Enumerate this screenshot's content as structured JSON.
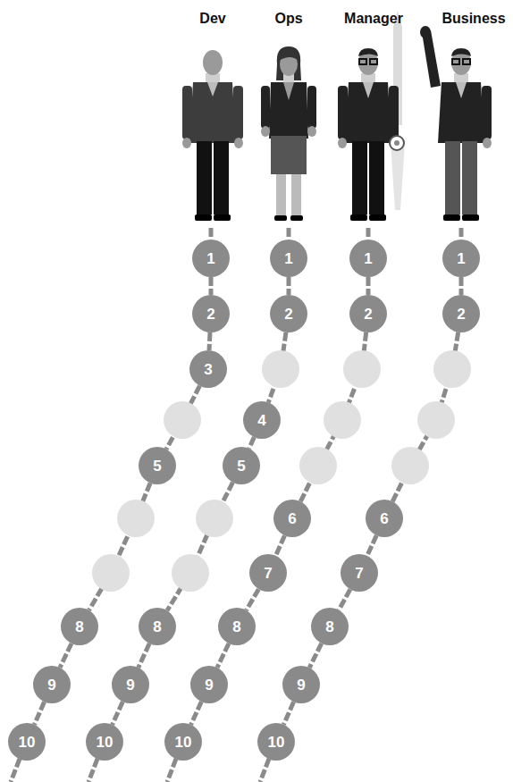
{
  "diagram": {
    "nodes": [
      {
        "text": [
          "1"
        ]
      },
      {
        "text": [
          "2"
        ]
      },
      {
        "text": [
          "3"
        ]
      },
      {
        "text": [
          "5"
        ]
      },
      {
        "text": [
          "8"
        ]
      },
      {
        "text": [
          "9"
        ]
      },
      {
        "text": [
          "10"
        ]
      },
      {
        "text": [
          "1"
        ]
      },
      {
        "text": [
          "2"
        ]
      },
      {
        "text": [
          "4"
        ]
      },
      {
        "text": [
          "5"
        ]
      },
      {
        "text": [
          "8"
        ]
      },
      {
        "text": [
          "9"
        ]
      },
      {
        "text": [
          "10"
        ]
      },
      {
        "text": [
          "1"
        ]
      },
      {
        "text": [
          "2"
        ]
      },
      {
        "text": [
          "6"
        ]
      },
      {
        "text": [
          "7"
        ]
      },
      {
        "text": [
          "8"
        ]
      },
      {
        "text": [
          "9"
        ]
      },
      {
        "text": [
          "10"
        ]
      },
      {
        "text": [
          "1"
        ]
      },
      {
        "text": [
          "2"
        ]
      },
      {
        "text": [
          "6"
        ]
      },
      {
        "text": [
          "7"
        ]
      },
      {
        "text": [
          "8"
        ]
      },
      {
        "text": [
          "9"
        ]
      },
      {
        "text": [
          "10"
        ]
      }
    ],
    "edges": [
      {
        "from": 0,
        "to": 1,
        "arrow": "none"
      },
      {
        "from": 1,
        "to": 2,
        "arrow": "none"
      },
      {
        "from": 2,
        "to": 3,
        "arrow": "none"
      },
      {
        "from": 3,
        "to": 4,
        "arrow": "none"
      },
      {
        "from": 4,
        "to": 5,
        "arrow": "none"
      },
      {
        "from": 5,
        "to": 6,
        "arrow": "none"
      },
      {
        "from": 7,
        "to": 8,
        "arrow": "none"
      },
      {
        "from": 8,
        "to": 9,
        "arrow": "none"
      },
      {
        "from": 9,
        "to": 10,
        "arrow": "none"
      },
      {
        "from": 10,
        "to": 11,
        "arrow": "none"
      },
      {
        "from": 11,
        "to": 12,
        "arrow": "none"
      },
      {
        "from": 12,
        "to": 13,
        "arrow": "none"
      },
      {
        "from": 14,
        "to": 15,
        "arrow": "none"
      },
      {
        "from": 15,
        "to": 16,
        "arrow": "none"
      },
      {
        "from": 16,
        "to": 17,
        "arrow": "none"
      },
      {
        "from": 17,
        "to": 18,
        "arrow": "none"
      },
      {
        "from": 18,
        "to": 19,
        "arrow": "none"
      },
      {
        "from": 19,
        "to": 20,
        "arrow": "none"
      },
      {
        "from": 21,
        "to": 22,
        "arrow": "none"
      },
      {
        "from": 22,
        "to": 23,
        "arrow": "none"
      },
      {
        "from": 23,
        "to": 24,
        "arrow": "none"
      },
      {
        "from": 24,
        "to": 25,
        "arrow": "none"
      },
      {
        "from": 25,
        "to": 26,
        "arrow": "none"
      },
      {
        "from": 26,
        "to": 27,
        "arrow": "none"
      }
    ],
    "labels": [
      "Dev",
      "Ops",
      "Manager",
      "Business"
    ]
  }
}
